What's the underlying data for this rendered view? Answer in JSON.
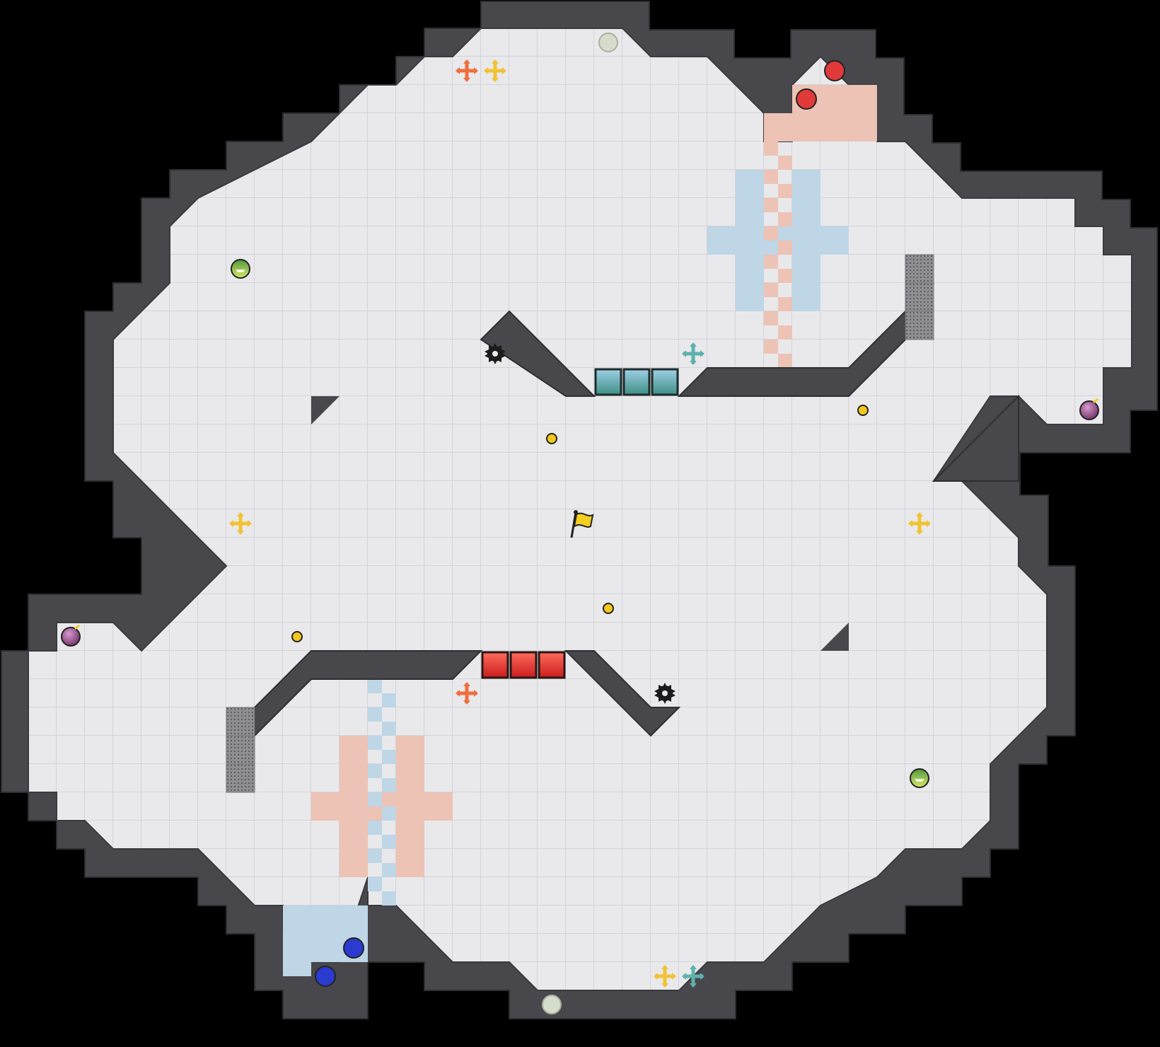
{
  "game": {
    "view": "capture-the-flag-map",
    "colors": {
      "background": "#000000",
      "floor_tile": "#e9e9ec",
      "tile_line": "#cfd0d4",
      "wall": "#48484c",
      "wall_edge": "#2e2e31",
      "red_team": "#e03a3a",
      "blue_team": "#2b3bd0",
      "red_zone": "#ecc3b5",
      "blue_zone": "#bed6e6",
      "boost_yellow": "#f1c232",
      "boost_orange": "#ef6e3e",
      "boost_teal": "#5fb1ad",
      "flag_yellow": "#f5d020",
      "neutral_spawn": "#d6dccb",
      "bomb": "#9b4e86",
      "portal_green": "#6fbf5b",
      "spike": "#1b1b1b",
      "coin": "#f3c81c"
    },
    "team_spawns": [
      {
        "team": "red",
        "icon": "red-ball-icon",
        "count": 2
      },
      {
        "team": "blue",
        "icon": "blue-ball-icon",
        "count": 2
      }
    ],
    "neutral_flag": {
      "icon": "yellow-flag-icon",
      "team": "neutral"
    },
    "boosts": [
      {
        "icon": "boost-orange-icon",
        "team": "red",
        "count": 2
      },
      {
        "icon": "boost-yellow-icon",
        "team": "neutral",
        "count": 4
      },
      {
        "icon": "boost-teal-icon",
        "team": "blue",
        "count": 2
      }
    ],
    "gates": [
      {
        "icon": "blue-gate-icon",
        "team": "blue",
        "tiles": 3
      },
      {
        "icon": "red-gate-icon",
        "team": "red",
        "tiles": 3
      }
    ],
    "hazards": [
      {
        "icon": "spike-icon",
        "count": 2
      },
      {
        "icon": "bomb-icon",
        "count": 2
      }
    ],
    "pickups": [
      {
        "icon": "coin-icon",
        "count": 4
      },
      {
        "icon": "portal-icon",
        "count": 2
      }
    ]
  }
}
